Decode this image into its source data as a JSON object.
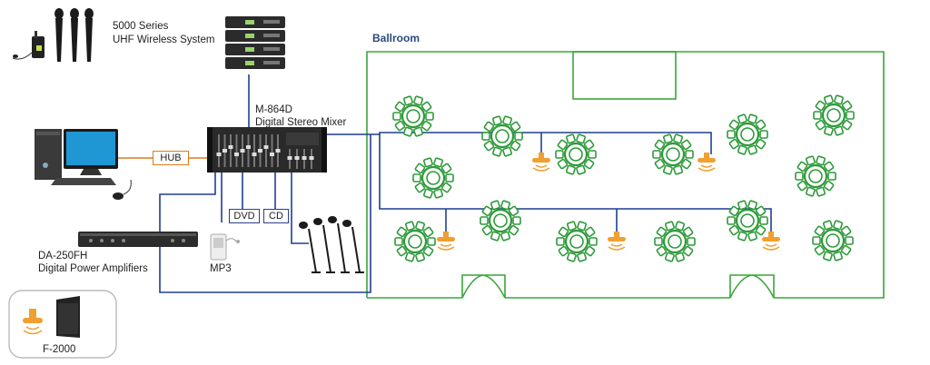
{
  "labels": {
    "wireless_system": "5000 Series",
    "wireless_system_sub": "UHF Wireless System",
    "mixer": "M-864D",
    "mixer_sub": "Digital Stereo Mixer",
    "hub": "HUB",
    "dvd": "DVD",
    "cd": "CD",
    "mp3": "MP3",
    "amplifier": "DA-250FH",
    "amplifier_sub": "Digital Power Amplifiers",
    "speaker_model": "F-2000",
    "room": "Ballroom"
  },
  "colors": {
    "signal_line": "#1f3f8f",
    "network_line": "#e07a1c",
    "room_wall": "#3aa63a",
    "table": "#2e9a3a",
    "speaker": "#f0a030"
  },
  "icons": {
    "tables": "round-table-icon",
    "speakers": "ceiling-speaker-icon"
  }
}
